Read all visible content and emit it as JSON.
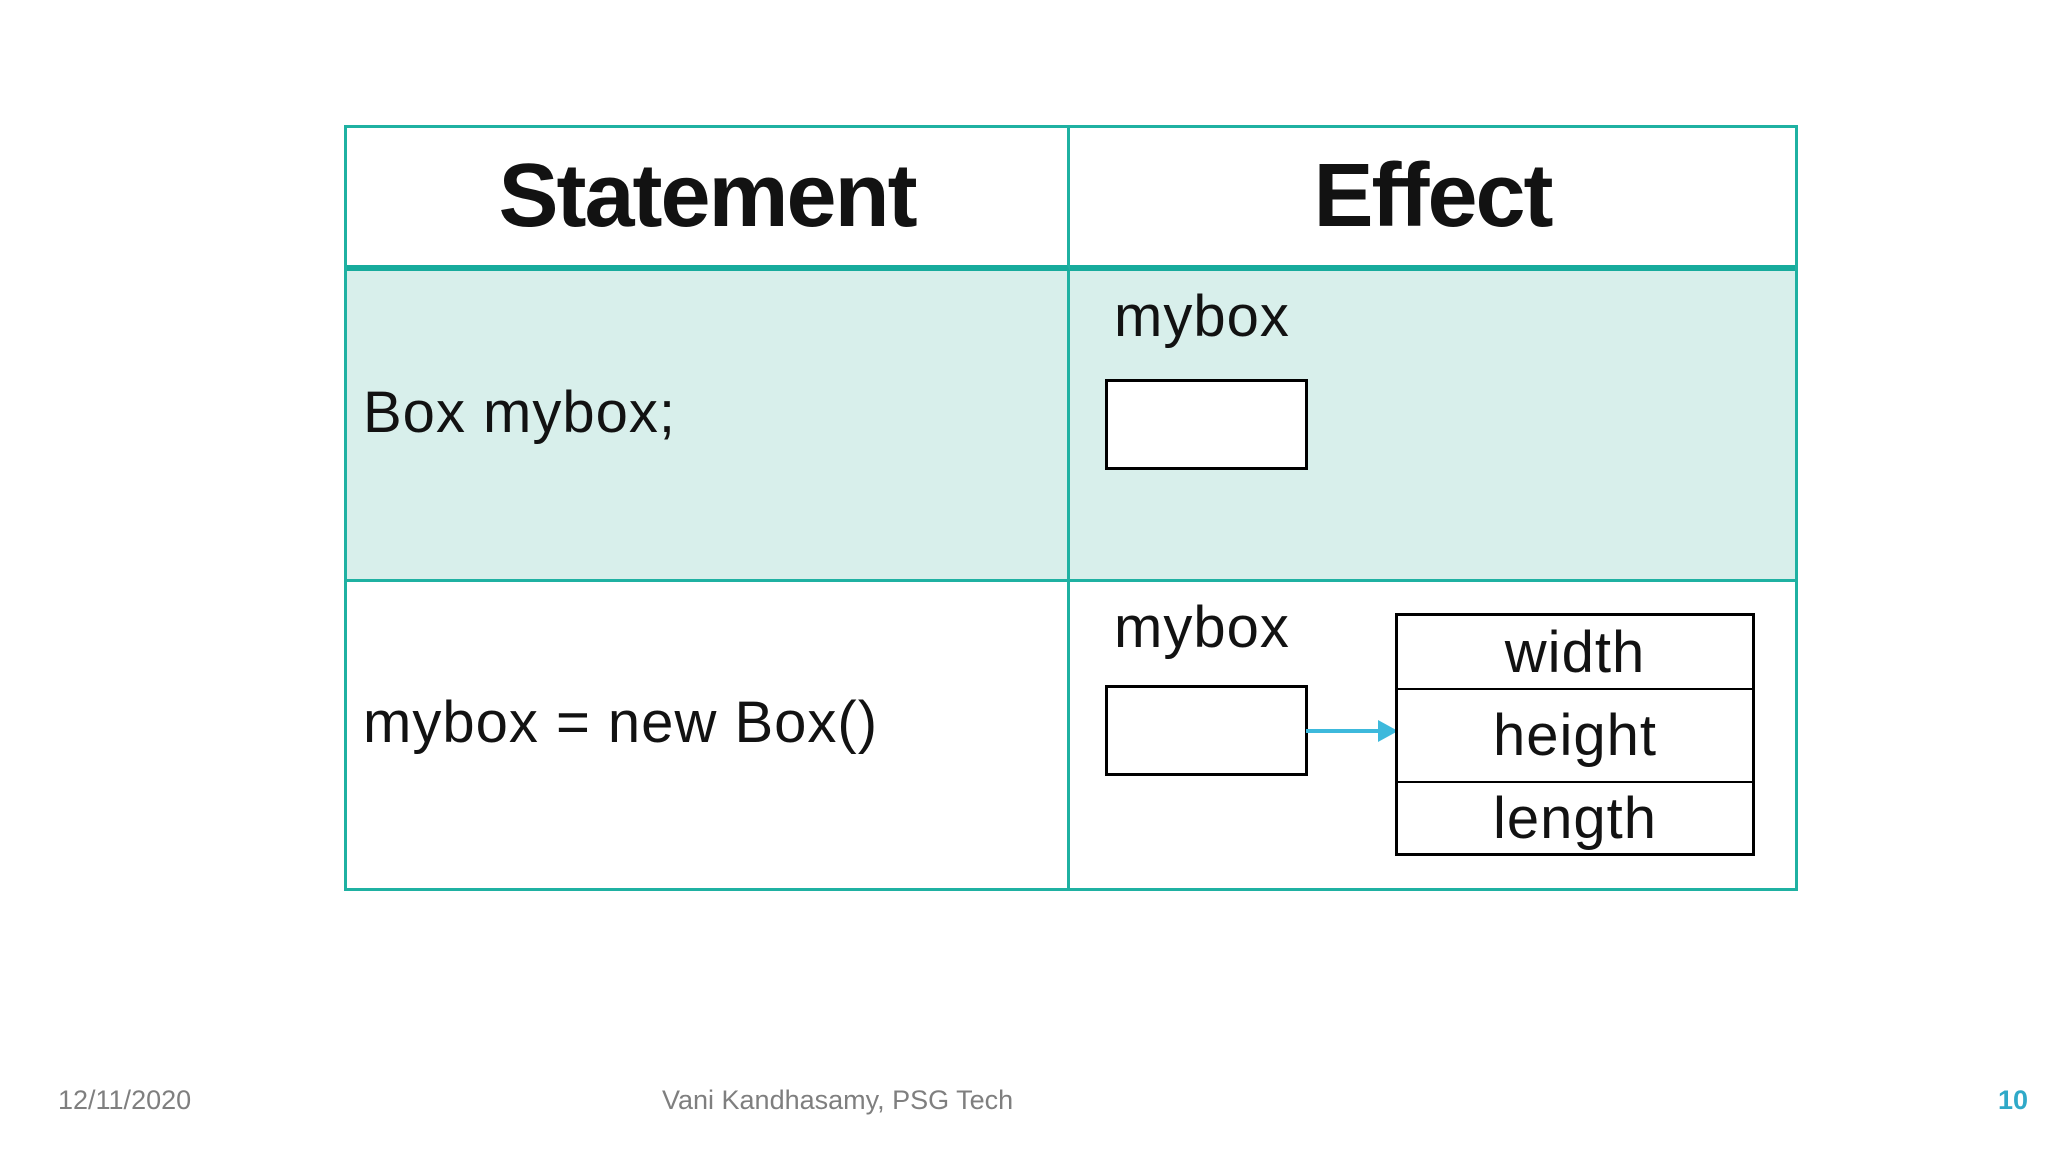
{
  "table": {
    "headers": [
      "Statement",
      "Effect"
    ],
    "rows": [
      {
        "statement": "Box mybox;",
        "effect": {
          "variable_label": "mybox",
          "reference_box": "empty",
          "points_to": null
        }
      },
      {
        "statement": "mybox = new Box()",
        "effect": {
          "variable_label": "mybox",
          "reference_box": "empty",
          "points_to": {
            "fields": [
              "width",
              "height",
              "length"
            ]
          }
        }
      }
    ]
  },
  "footer": {
    "date": "12/11/2020",
    "credit": "Vani Kandhasamy, PSG Tech",
    "page_number": "10"
  },
  "colors": {
    "table_border": "#1fb1a2",
    "header_underline": "#17ab9c",
    "row1_fill": "#d8efeb",
    "diagram_border": "#000000",
    "arrow": "#3db9dc",
    "footer_text": "#7f7f7f",
    "page_number": "#2fa9c8",
    "text": "#121212"
  }
}
